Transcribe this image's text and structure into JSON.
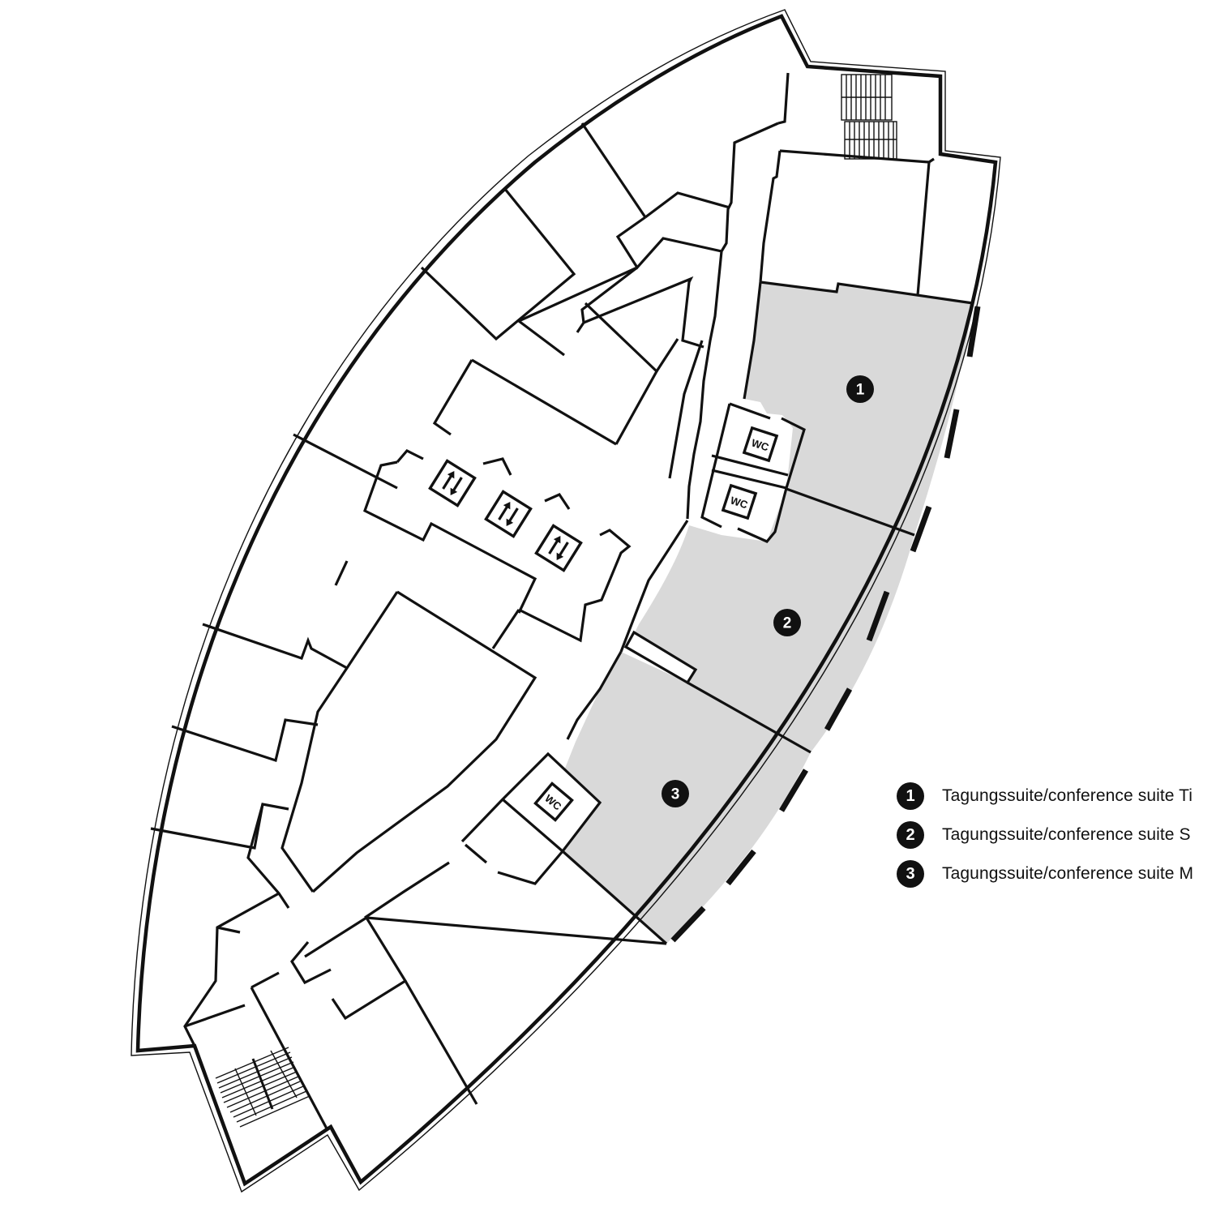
{
  "plan": {
    "type": "floor-plan",
    "background": "#ffffff",
    "wall_color": "#111111",
    "suite_fill_color": "#d9d9d9",
    "suites": [
      {
        "number": "1",
        "label": "Tagungssuite/conference suite Ti"
      },
      {
        "number": "2",
        "label": "Tagungssuite/conference suite S"
      },
      {
        "number": "3",
        "label": "Tagungssuite/conference suite M"
      }
    ],
    "elevators": [
      {
        "icon": "elevator-up-down-icon"
      },
      {
        "icon": "elevator-up-down-icon"
      },
      {
        "icon": "elevator-up-down-icon"
      }
    ],
    "restrooms": [
      {
        "label": "WC"
      },
      {
        "label": "WC"
      },
      {
        "label": "WC"
      }
    ],
    "stairwells": [
      {
        "position": "north-east",
        "icon": "stairs-icon"
      },
      {
        "position": "south-west",
        "icon": "stairs-icon"
      }
    ]
  },
  "legend": {
    "items": [
      {
        "number": "1",
        "label": "Tagungssuite/conference suite Ti"
      },
      {
        "number": "2",
        "label": "Tagungssuite/conference suite S"
      },
      {
        "number": "3",
        "label": "Tagungssuite/conference suite M"
      }
    ]
  }
}
